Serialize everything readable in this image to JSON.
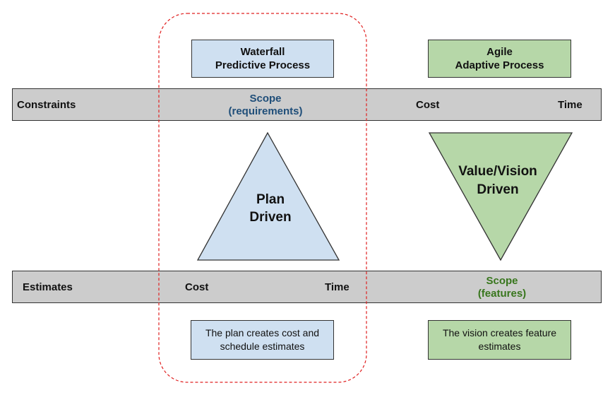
{
  "waterfall": {
    "header": [
      "Waterfall",
      "Predictive Process"
    ],
    "shape_label": [
      "Plan",
      "Driven"
    ],
    "note": [
      "The plan creates cost and",
      "schedule estimates"
    ]
  },
  "agile": {
    "header": [
      "Agile",
      "Adaptive Process"
    ],
    "shape_label": [
      "Value/Vision",
      "Driven"
    ],
    "note": [
      "The vision creates feature",
      "estimates"
    ]
  },
  "constraints_band": {
    "label": "Constraints",
    "waterfall_scope": [
      "Scope",
      "(requirements)"
    ],
    "agile_cost": "Cost",
    "agile_time": "Time"
  },
  "estimates_band": {
    "label": "Estimates",
    "waterfall_cost": "Cost",
    "waterfall_time": "Time",
    "agile_scope": [
      "Scope",
      "(features)"
    ]
  },
  "colors": {
    "waterfall_fill": "#cfe0f1",
    "agile_fill": "#b6d7a8",
    "band_fill": "#cccccc",
    "highlight_outline": "#e02020",
    "scope_requirements_text": "#1f4e79",
    "scope_features_text": "#38761d"
  }
}
